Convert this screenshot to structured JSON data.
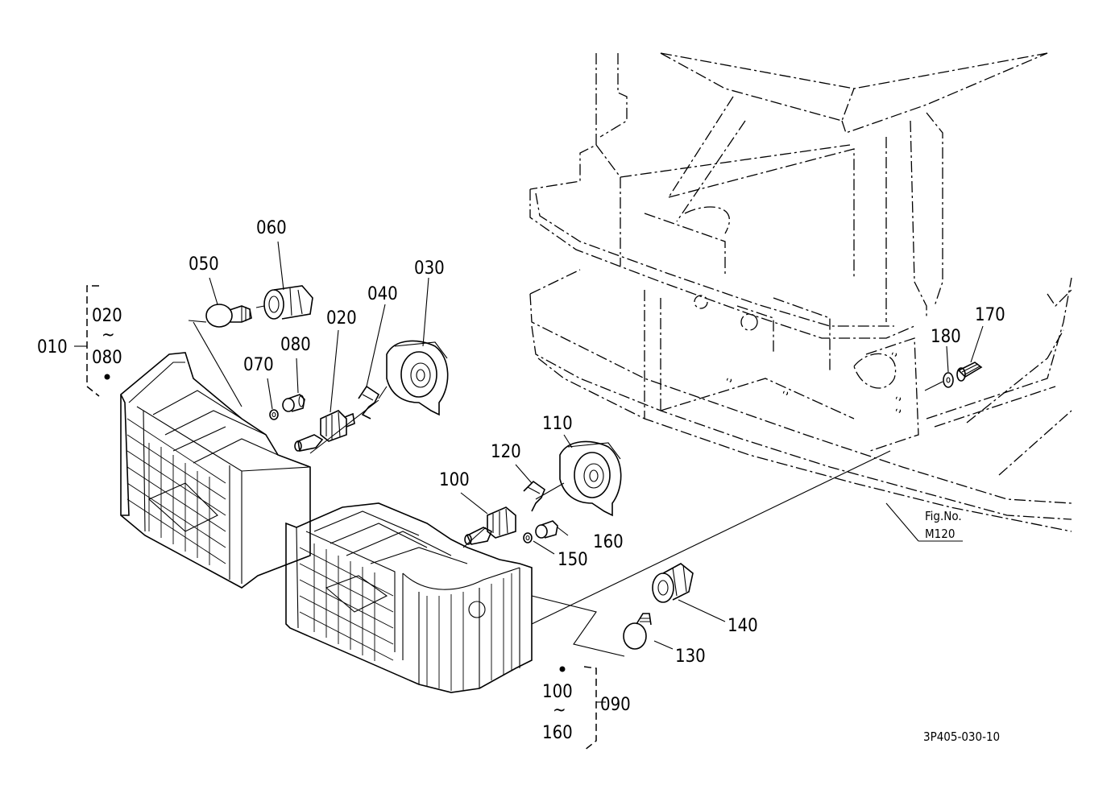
{
  "diagram": {
    "figure_ref_line1": "Fig.No.",
    "figure_ref_line2": "M120",
    "drawing_code": "3P405-030-10"
  },
  "parts": {
    "p010": "010",
    "p020": "020",
    "p030": "030",
    "p040": "040",
    "p050": "050",
    "p060": "060",
    "p070": "070",
    "p080": "080",
    "p090": "090",
    "p100": "100",
    "p110": "110",
    "p120": "120",
    "p130": "130",
    "p140": "140",
    "p150": "150",
    "p160": "160",
    "p170": "170",
    "p180": "180"
  },
  "groups": {
    "left_range_start": "020",
    "left_range_sep": "~",
    "left_range_end": "080",
    "right_range_start": "100",
    "right_range_sep": "~",
    "right_range_end": "160"
  }
}
